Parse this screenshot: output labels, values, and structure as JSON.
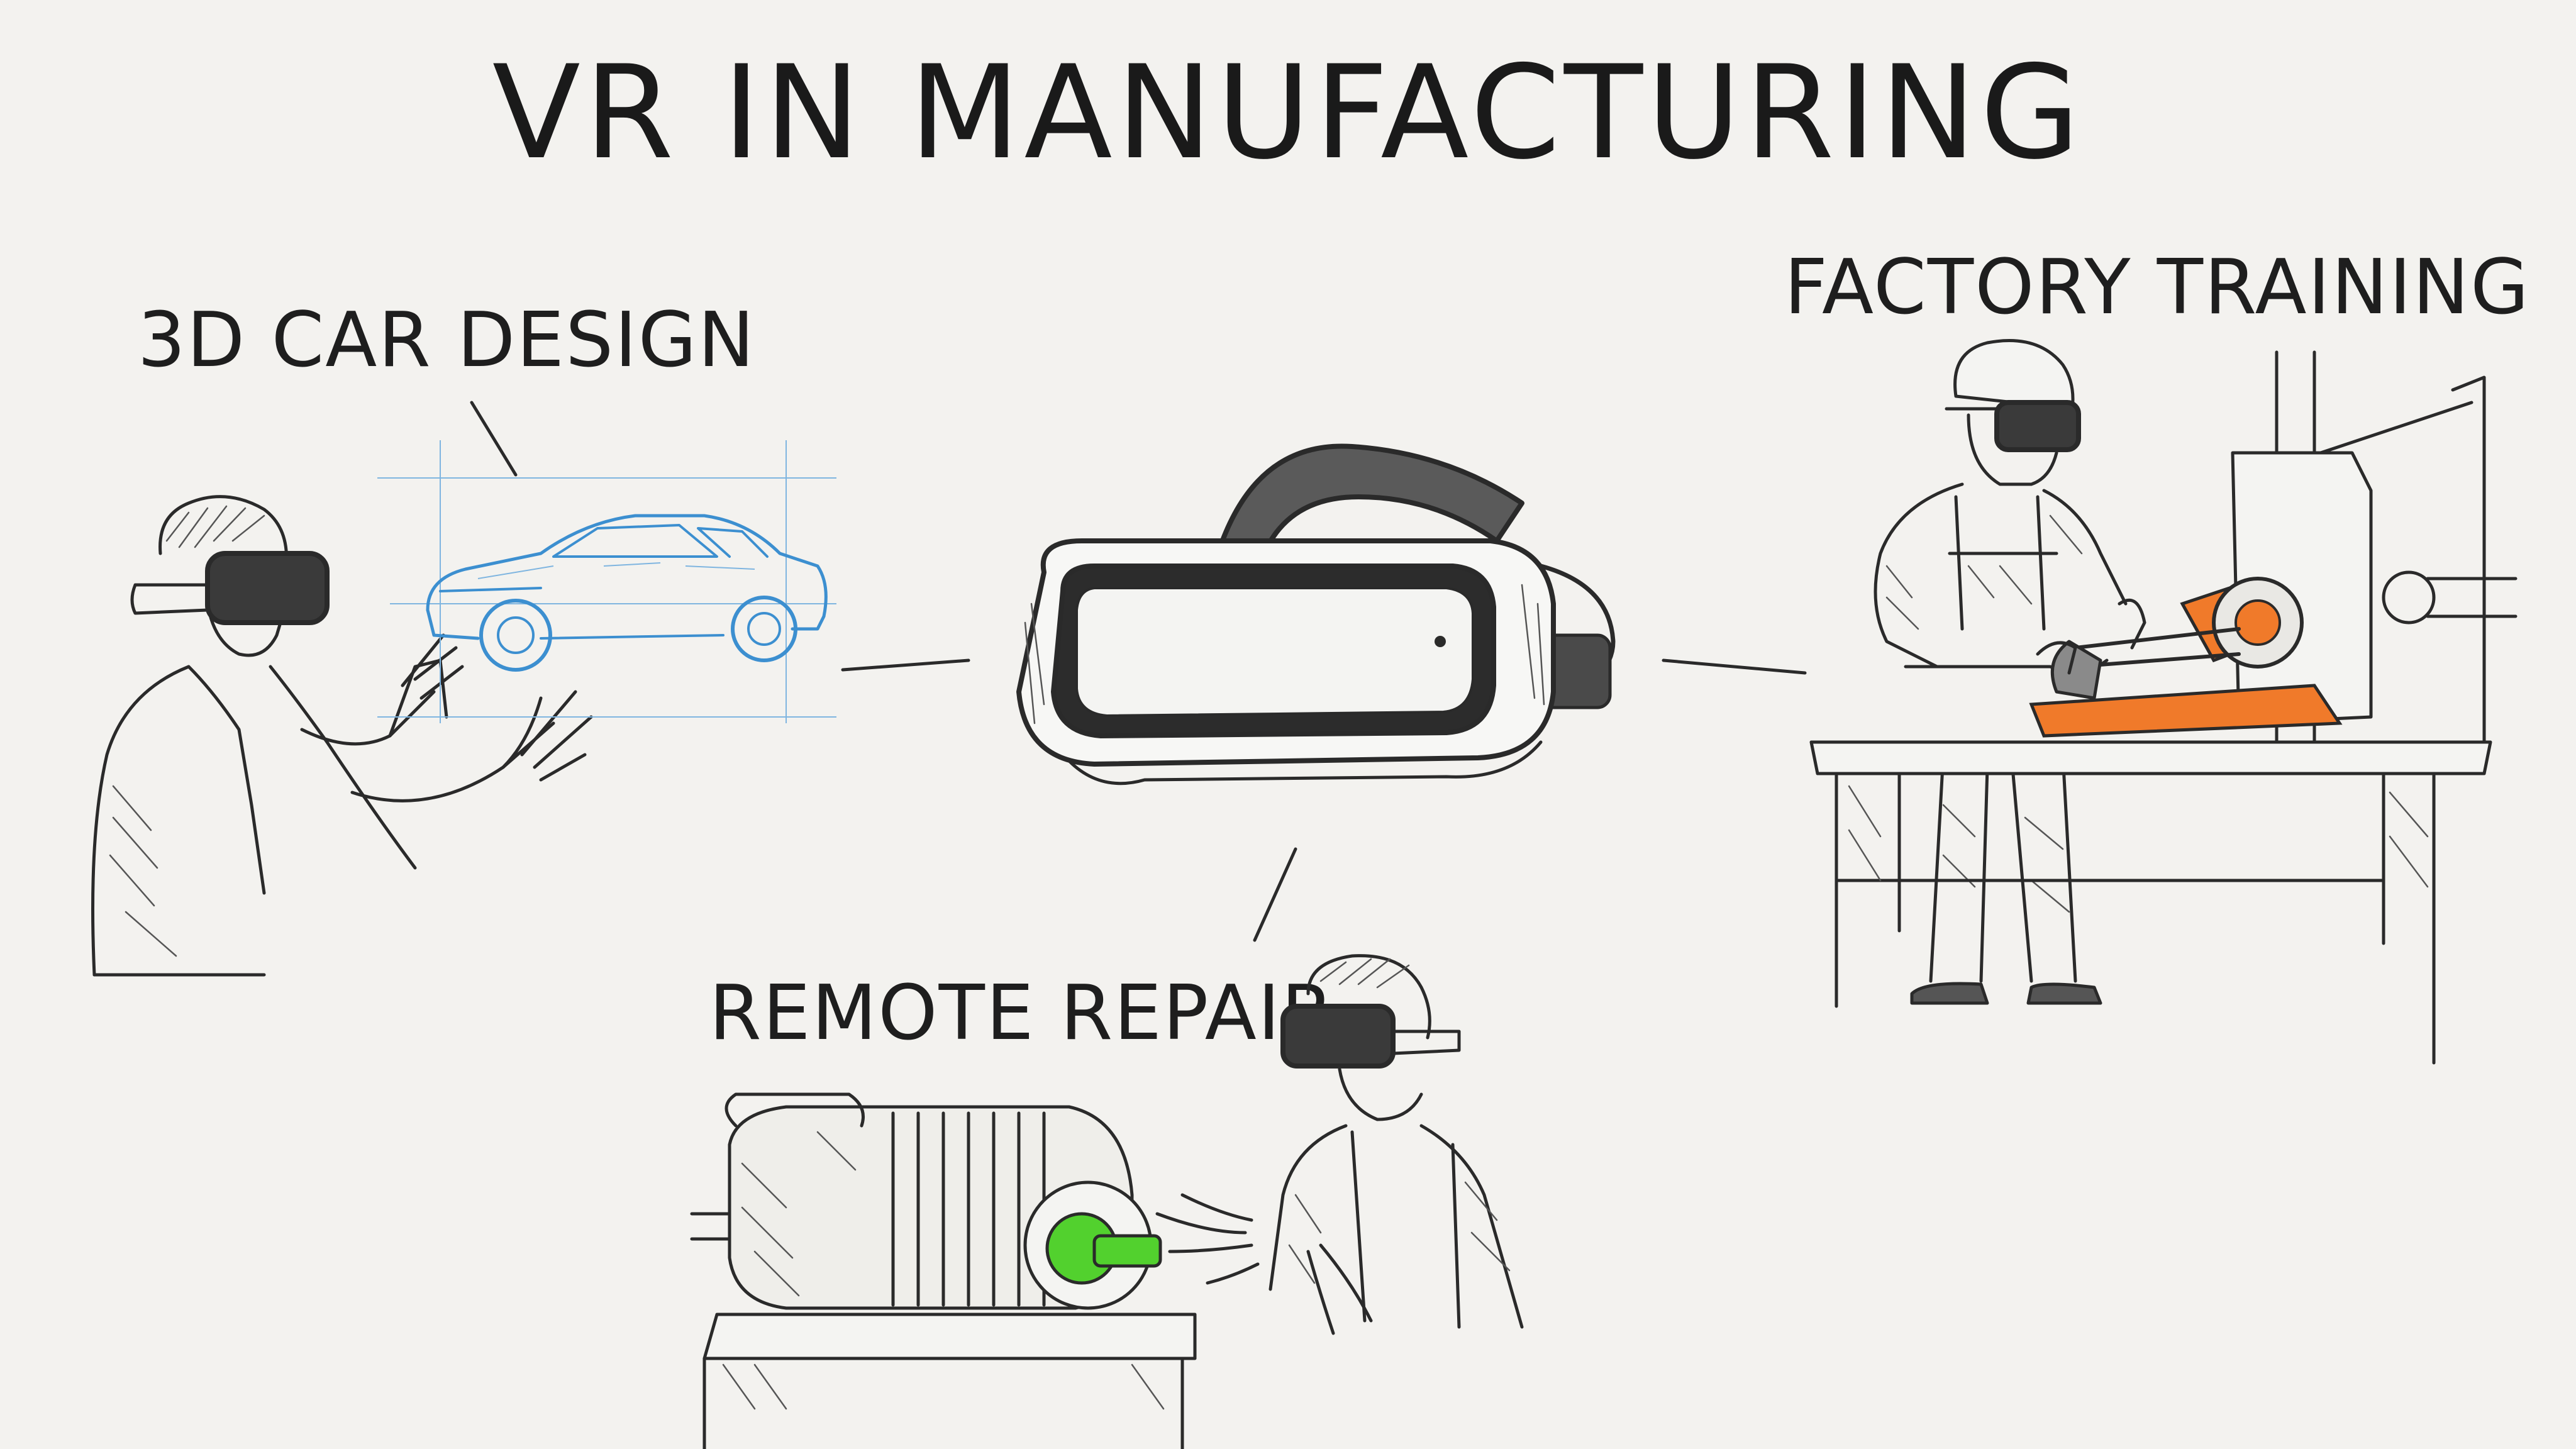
{
  "title": "VR IN MANUFACTURING",
  "center": {
    "icon": "vr-headset-icon"
  },
  "nodes": {
    "car_design": {
      "label": "3D CAR DESIGN",
      "accent": "#3c8fd0"
    },
    "factory_training": {
      "label": "FACTORY TRAINING",
      "accent": "#f07a2a"
    },
    "remote_repair": {
      "label": "REMOTE REPAIR",
      "accent": "#52d12e"
    }
  },
  "colors": {
    "background": "#f3f2ef",
    "ink": "#2a2a2a"
  }
}
